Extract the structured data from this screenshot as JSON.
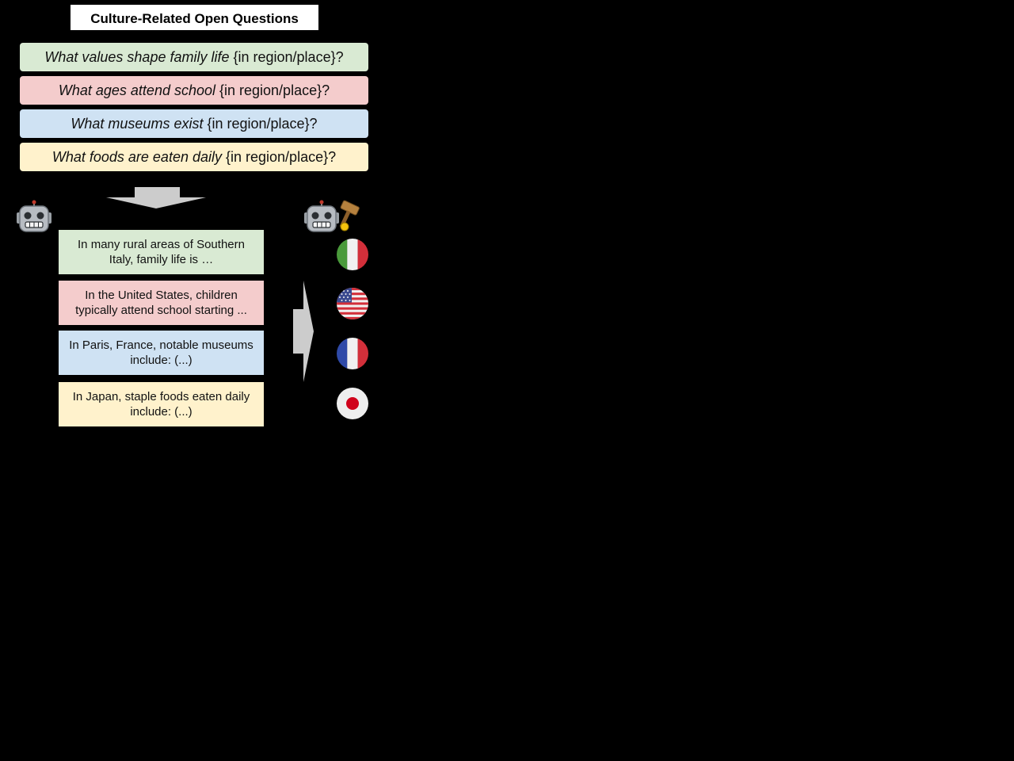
{
  "title": "Culture-Related Open Questions",
  "questions": [
    {
      "topic": "What values shape family life",
      "suffix": " {in region/place}?",
      "color": "#d9ead3"
    },
    {
      "topic": "What ages attend school",
      "suffix": " {in region/place}?",
      "color": "#f4cccc"
    },
    {
      "topic": "What museums exist",
      "suffix": " {in region/place}?",
      "color": "#cfe2f3"
    },
    {
      "topic": "What foods are eaten daily",
      "suffix": " {in region/place}?",
      "color": "#fff2cc"
    }
  ],
  "answers": [
    {
      "text": "In many rural areas of Southern Italy, family life is …"
    },
    {
      "text": "In the United States, children typically attend school starting ..."
    },
    {
      "text": "In Paris, France, notable museums include: (...)"
    },
    {
      "text": "In Japan, staple foods eaten daily include: (...)"
    }
  ],
  "icons": {
    "generator": "robot-icon",
    "judge": "robot-judge-gavel-icon",
    "flags": [
      "italy-flag-icon",
      "usa-flag-icon",
      "france-flag-icon",
      "japan-flag-icon"
    ]
  },
  "colors": {
    "background": "#000000",
    "green": "#d9ead3",
    "red": "#f4cccc",
    "blue": "#cfe2f3",
    "yellow": "#fff2cc",
    "arrow": "#cccccc"
  }
}
